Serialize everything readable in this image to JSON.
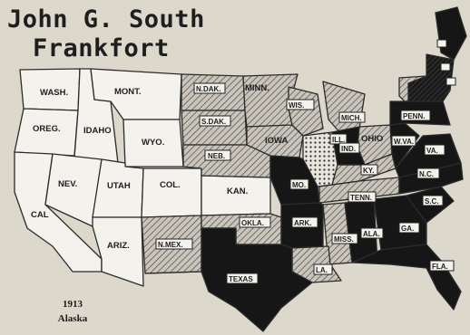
{
  "stamp": {
    "name": "John G. South",
    "city": "Frankfort"
  },
  "footnote": {
    "year": "1913",
    "territory": "Alaska"
  },
  "legend_colors": {
    "white": "#f4f2ec",
    "hatched": "#b8b4aa",
    "dotted": "#d6d2c8",
    "dark": "#161616"
  },
  "states": {
    "WA": "WASH.",
    "MT": "MONT.",
    "ND": "N.DAK.",
    "MN": "MINN.",
    "OR": "OREG.",
    "ID": "IDAHO",
    "WY": "WYO.",
    "SD": "S.DAK.",
    "WI": "WIS.",
    "MI": "MICH.",
    "IA": "IOWA",
    "NE": "NEB.",
    "NV": "NEV.",
    "UT": "UTAH",
    "CO": "COL.",
    "KS": "KAN.",
    "MO": "MO.",
    "IL": "ILL.",
    "IN": "IND.",
    "OH": "OHIO",
    "PA": "PENN.",
    "WV": "W.VA.",
    "VA": "VA.",
    "KY": "KY.",
    "NC": "N.C.",
    "TN": "TENN.",
    "SC": "S.C.",
    "CA": "CAL",
    "AZ": "ARIZ.",
    "NM": "N.MEX.",
    "OK": "OKLA.",
    "AR": "ARK.",
    "MS": "MISS.",
    "AL": "ALA.",
    "GA": "GA.",
    "TX": "TEXAS",
    "LA": "LA.",
    "FL": "FLA."
  }
}
